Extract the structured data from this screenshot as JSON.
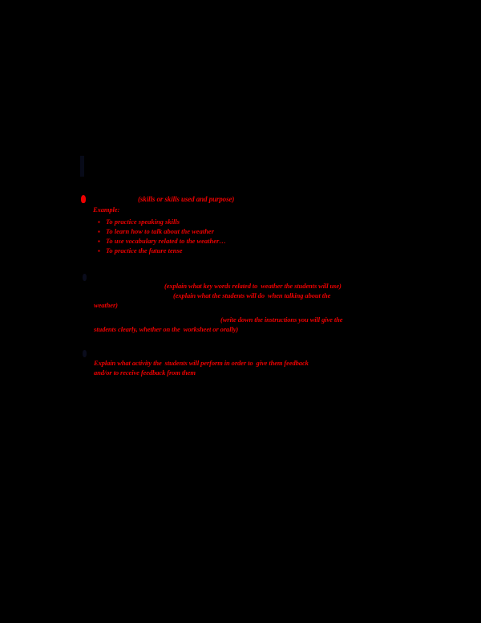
{
  "document": {
    "page_background": "#000000",
    "accent_color": "#EE0000",
    "faint_color": "#05060f",
    "title_line": {
      "marker": "bullet-marker",
      "parenthetical": "(skills or skills used and purpose)"
    },
    "example_label": "Example:",
    "objectives": [
      "To practice speaking skills",
      "To learn how to talk about the weather",
      "To use vocabulary related to the weather…",
      "To practice the future tense"
    ],
    "instruction_blocks": [
      {
        "marker": "bullet-marker",
        "lines": [
          "(explain what key words related to  weather the students will use)",
          "(explain what the students will do  when talking about the",
          "weather)"
        ]
      },
      {
        "lines": [
          "(write down the instructions you will give the",
          "students clearly, whether on the  worksheet or orally)"
        ]
      },
      {
        "marker": "bullet-marker",
        "lines": [
          "Explain what activity the  students will perform in order to  give them feedback",
          "and/or to receive feedback from them"
        ]
      }
    ]
  }
}
